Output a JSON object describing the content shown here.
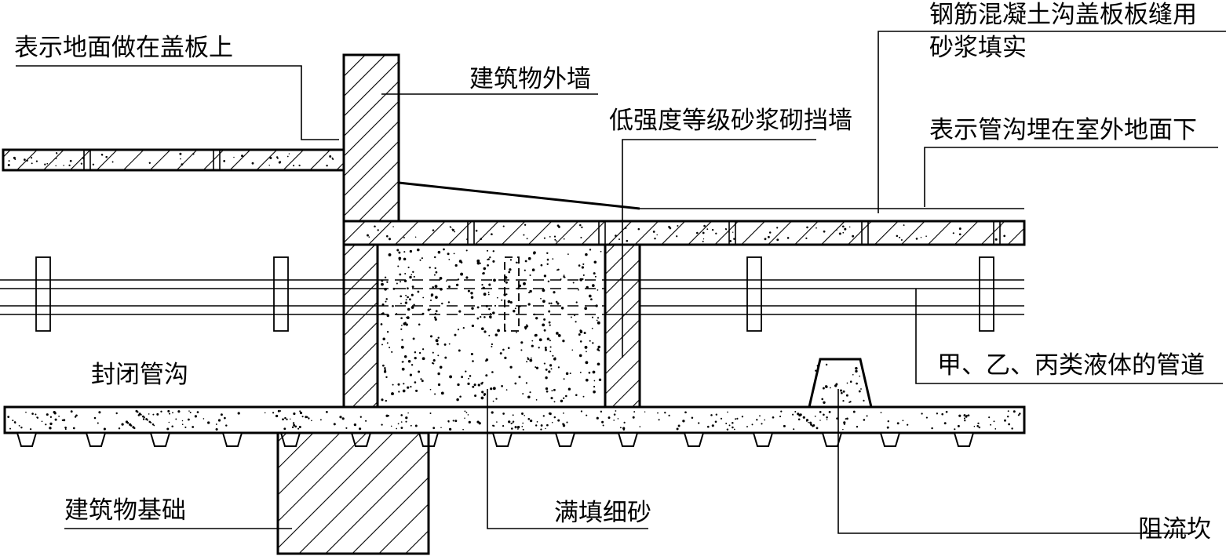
{
  "labels": {
    "ground_on_cover": "表示地面做在盖板上",
    "exterior_wall": "建筑物外墙",
    "cover_joint_line1": "钢筋混凝土沟盖板板缝用",
    "cover_joint_line2": "砂浆填实",
    "retaining_wall": "低强度等级砂浆砌挡墙",
    "trench_below_ground": "表示管沟埋在室外地面下",
    "liquid_pipes": "甲、乙、丙类液体的管道",
    "closed_trench": "封闭管沟",
    "foundation": "建筑物基础",
    "sand_fill": "满填细砂",
    "flow_stop": "阻流坎"
  },
  "colors": {
    "line": "#000000",
    "background": "#ffffff"
  }
}
